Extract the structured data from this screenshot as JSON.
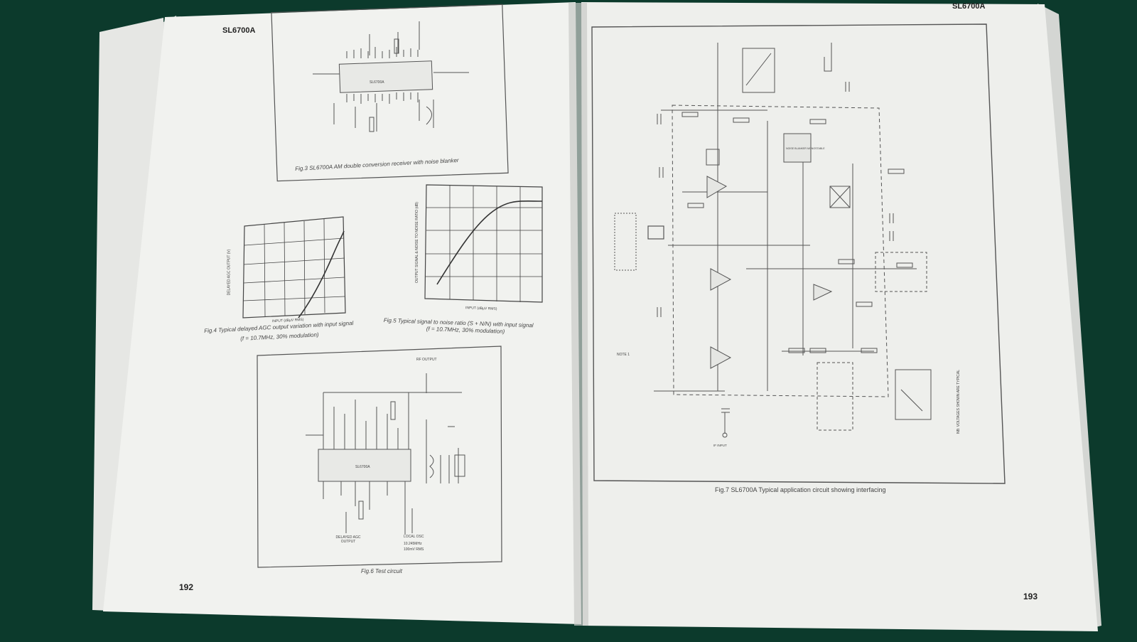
{
  "left_page": {
    "header": "SL6700A",
    "page_number": "192",
    "fig3_caption": "Fig.3 SL6700A AM double conversion receiver with noise blanker",
    "fig3_ic_label": "SL6700A",
    "fig4": {
      "caption_line1": "Fig.4 Typical delayed AGC output variation with input signal",
      "caption_line2": "(f = 10.7MHz, 30% modulation)",
      "ylabel": "DELAYED AGC OUTPUT (V)",
      "xlabel": "INPUT (dBµV RMS)"
    },
    "fig5": {
      "caption_line1": "Fig.5 Typical signal to noise ratio (S + N/N) with input signal",
      "caption_line2": "(f = 10.7MHz, 30% modulation)",
      "ylabel": "OUTPUT SIGNAL & NOISE TO NOISE RATIO (dB)",
      "xlabel": "INPUT (dBµV RMS)"
    },
    "fig6": {
      "caption": "Fig.6 Test circuit",
      "ic_label": "SL6700A",
      "rf_output": "RF OUTPUT",
      "agc_label": "DELAYED AGC OUTPUT",
      "osc_label": "LOCAL OSC",
      "osc_freq": "10.245MHz",
      "osc_level": "100mV RMS"
    }
  },
  "right_page": {
    "header": "SL6700A",
    "page_number": "193",
    "fig7_caption": "Fig.7 SL6700A Typical application circuit showing interfacing",
    "noise_blanker_label": "NOISE BLANKER MONOSTABLE",
    "if_input_label": "IF INPUT",
    "note_text": "NOTE 1",
    "voltages_note": "NB: VOLTAGES SHOWN ARE TYPICAL"
  },
  "colors": {
    "background": "#0c3a2c",
    "paper": "#f1f2ef",
    "ink": "#333333"
  }
}
